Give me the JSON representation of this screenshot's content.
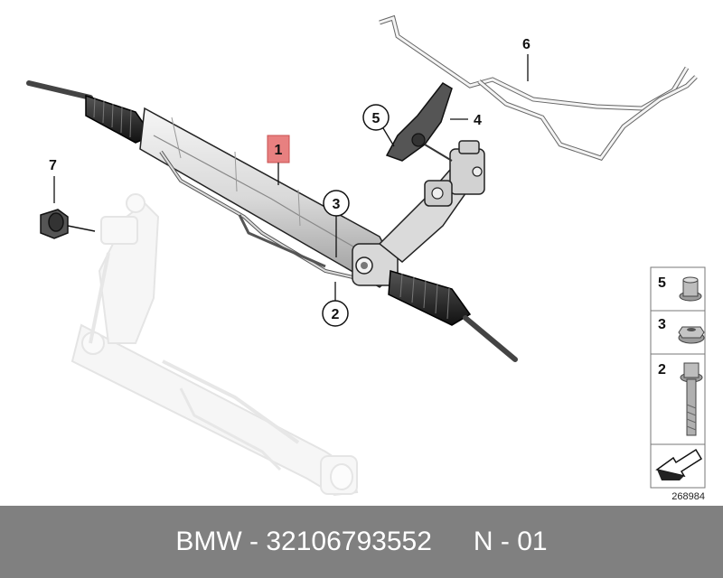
{
  "diagram": {
    "callouts": {
      "c1": "1",
      "c2": "2",
      "c3": "3",
      "c4": "4",
      "c5": "5",
      "c6": "6",
      "c7": "7"
    },
    "legend": {
      "items": [
        {
          "label": "5",
          "part": "flange-bolt"
        },
        {
          "label": "3",
          "part": "hex-nut"
        },
        {
          "label": "2",
          "part": "long-bolt"
        }
      ]
    },
    "reference_number": "268984",
    "colors": {
      "highlight": "#e88080",
      "part_fill": "#e6e6e6",
      "ghost_fill": "#f0f0f0",
      "line": "#222222",
      "footer_bg": "#808080"
    }
  },
  "footer": {
    "brand_part": "BMW - 32106793552",
    "code": "N - 01"
  }
}
